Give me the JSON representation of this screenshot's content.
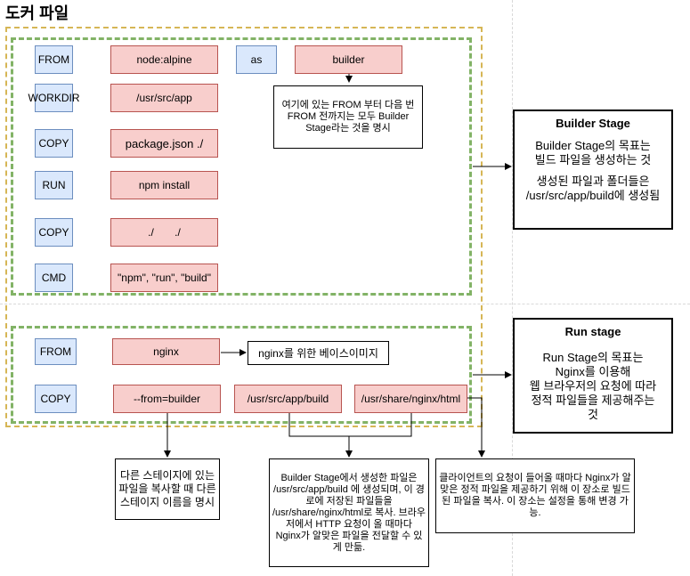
{
  "title": "도커 파일",
  "builder": {
    "instructions": [
      "FROM",
      "WORKDIR",
      "COPY",
      "RUN",
      "COPY",
      "CMD"
    ],
    "args": [
      "node:alpine",
      "/usr/src/app",
      "package.json ./",
      "npm install",
      "./       ./",
      "\"npm\", \"run\", \"build\""
    ],
    "as_label": "as",
    "stage_name": "builder",
    "note": "여기에 있는 FROM 부터 다음 번 FROM 전까지는 모두 Builder Stage라는 것을 명시"
  },
  "run": {
    "instructions": [
      "FROM",
      "COPY"
    ],
    "from_arg": "nginx",
    "from_note": "nginx를 위한 베이스이미지",
    "copy_from": "--from=builder",
    "copy_src": "/usr/src/app/build",
    "copy_dst": "/usr/share/nginx/html"
  },
  "builder_stage": {
    "title": "Builder Stage",
    "line1": "Builder Stage의 목표는",
    "line2": "빌드 파일을 생성하는 것",
    "line3": "생성된 파일과 폴더들은",
    "line4": "/usr/src/app/build에 생성됨"
  },
  "run_stage": {
    "title": "Run stage",
    "line1": "Run Stage의 목표는",
    "line2": "Nginx를 이용해",
    "line3": "웹 브라우저의 요청에 따라",
    "line4": "정적 파일들을 제공해주는",
    "line5": "것"
  },
  "notes": {
    "from_builder": "다른 스테이지에 있는 파일을 복사할 때 다른 스테이지 이름을 명시",
    "build_path": "Builder Stage에서 생성한 파일은 /usr/src/app/build 에 생성되며, 이 경로에 저장된 파일들을 /usr/share/nginx/html로 복사. 브라우저에서 HTTP 요청이 올 때마다 Nginx가 알맞은 파일을 전달할 수 있게 만듦.",
    "html_path": "클라이언트의 요청이 들어올 때마다 Nginx가 알맞은 정적 파일을 제공하기 위해 이 장소로 빌드된 파일을 복사. 이 장소는 설정을 통해 변경 가능."
  }
}
